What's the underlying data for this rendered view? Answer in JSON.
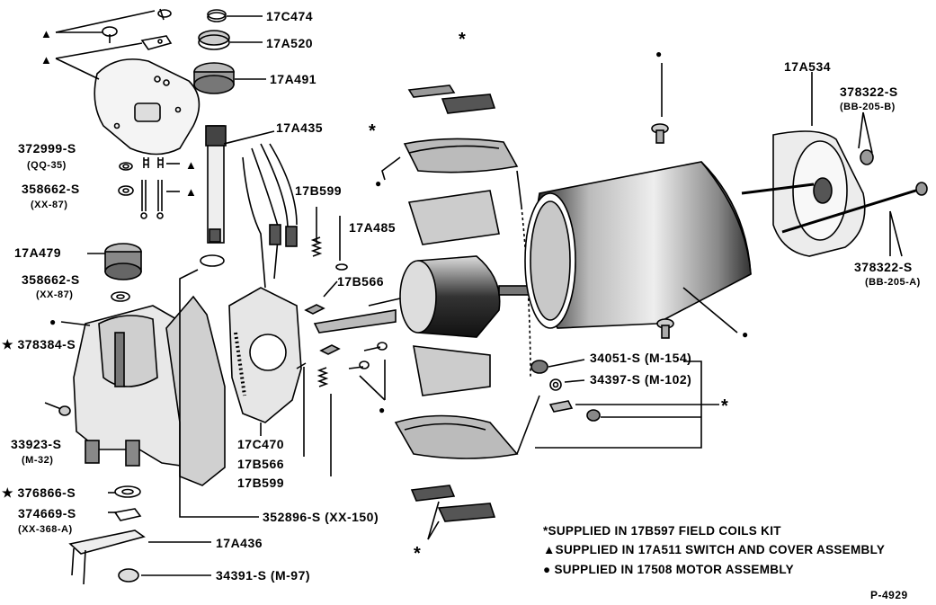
{
  "parts": {
    "p17c474": "17C474",
    "p17a520": "17A520",
    "p17a491": "17A491",
    "p17a435": "17A435",
    "p372999": "372999-S",
    "p372999_sub": "(QQ-35)",
    "p358662a": "358662-S",
    "p358662a_sub": "(XX-87)",
    "p17b599a": "17B599",
    "p17a485": "17A485",
    "p17a479": "17A479",
    "p358662b": "358662-S",
    "p358662b_sub": "(XX-87)",
    "p17b566a": "17B566",
    "p378384": "378384-S",
    "p33923": "33923-S",
    "p33923_sub": "(M-32)",
    "p17c470": "17C470",
    "p17b566b": "17B566",
    "p17b599b": "17B599",
    "p376866": "376866-S",
    "p374669": "374669-S",
    "p374669_sub": "(XX-368-A)",
    "p352896": "352896-S (XX-150)",
    "p17a436": "17A436",
    "p34391": "34391-S (M-97)",
    "p17a534": "17A534",
    "p378322b": "378322-S",
    "p378322b_sub": "(BB-205-B)",
    "p378322a": "378322-S",
    "p378322a_sub": "(BB-205-A)",
    "p34051": "34051-S (M-154)",
    "p34397": "34397-S (M-102)"
  },
  "markers": {
    "star": "*",
    "asterisk_star": "★",
    "triangle": "▲",
    "dot": "●"
  },
  "legend": {
    "line1": "*SUPPLIED IN 17B597 FIELD COILS KIT",
    "line2": "▲SUPPLIED IN 17A511 SWITCH AND COVER ASSEMBLY",
    "line3": "● SUPPLIED IN 17508 MOTOR ASSEMBLY"
  },
  "figure_id": "P-4929",
  "colors": {
    "ink": "#000000",
    "paper": "#ffffff",
    "shade": "#4a4a4a"
  }
}
